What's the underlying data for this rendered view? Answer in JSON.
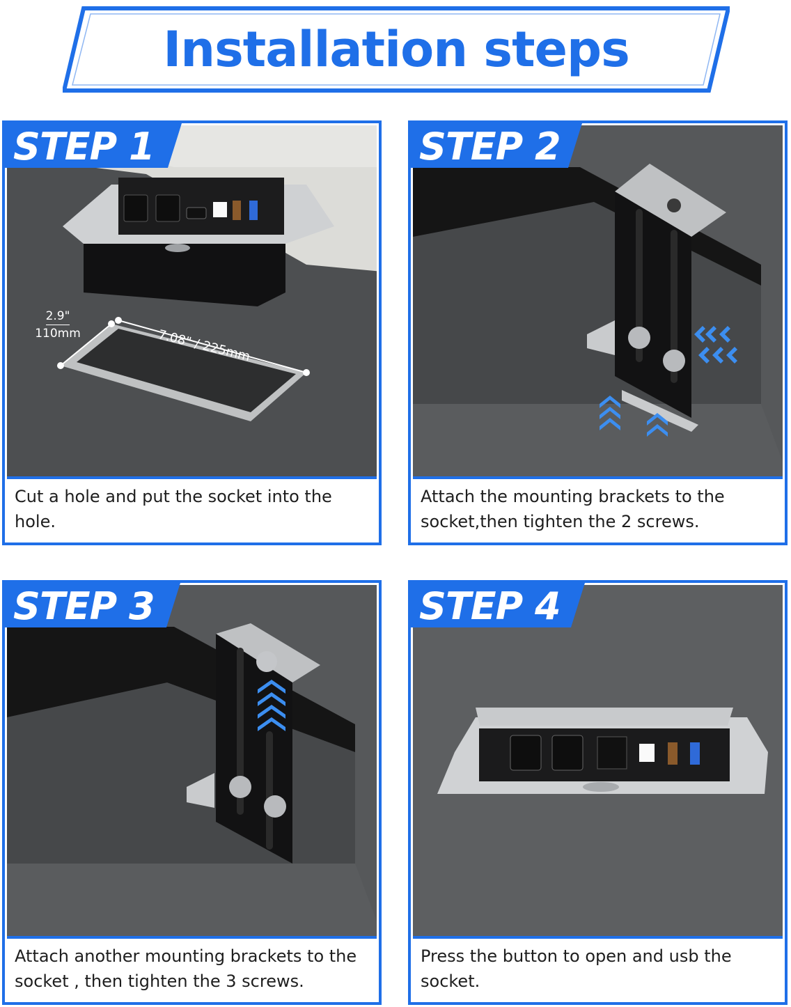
{
  "header": {
    "title": "Installation steps"
  },
  "steps": [
    {
      "label": "STEP 1",
      "caption": "Cut a hole and put the socket into the hole.",
      "dimensions": {
        "width": "2.9\"",
        "width_mm": "110mm",
        "length": "7.08\" / 225mm"
      }
    },
    {
      "label": "STEP 2",
      "caption": "Attach the mounting brackets to the socket,then tighten the 2 screws."
    },
    {
      "label": "STEP 3",
      "caption": "Attach another mounting brackets to the socket , then tighten the 3 screws."
    },
    {
      "label": "STEP 4",
      "caption": "Press the button to open and usb the socket."
    }
  ],
  "colors": {
    "accent": "#1f6fe8",
    "desk": "#4e5052",
    "socket_frame": "#c9cbcd",
    "socket_body": "#1b1b1c"
  }
}
